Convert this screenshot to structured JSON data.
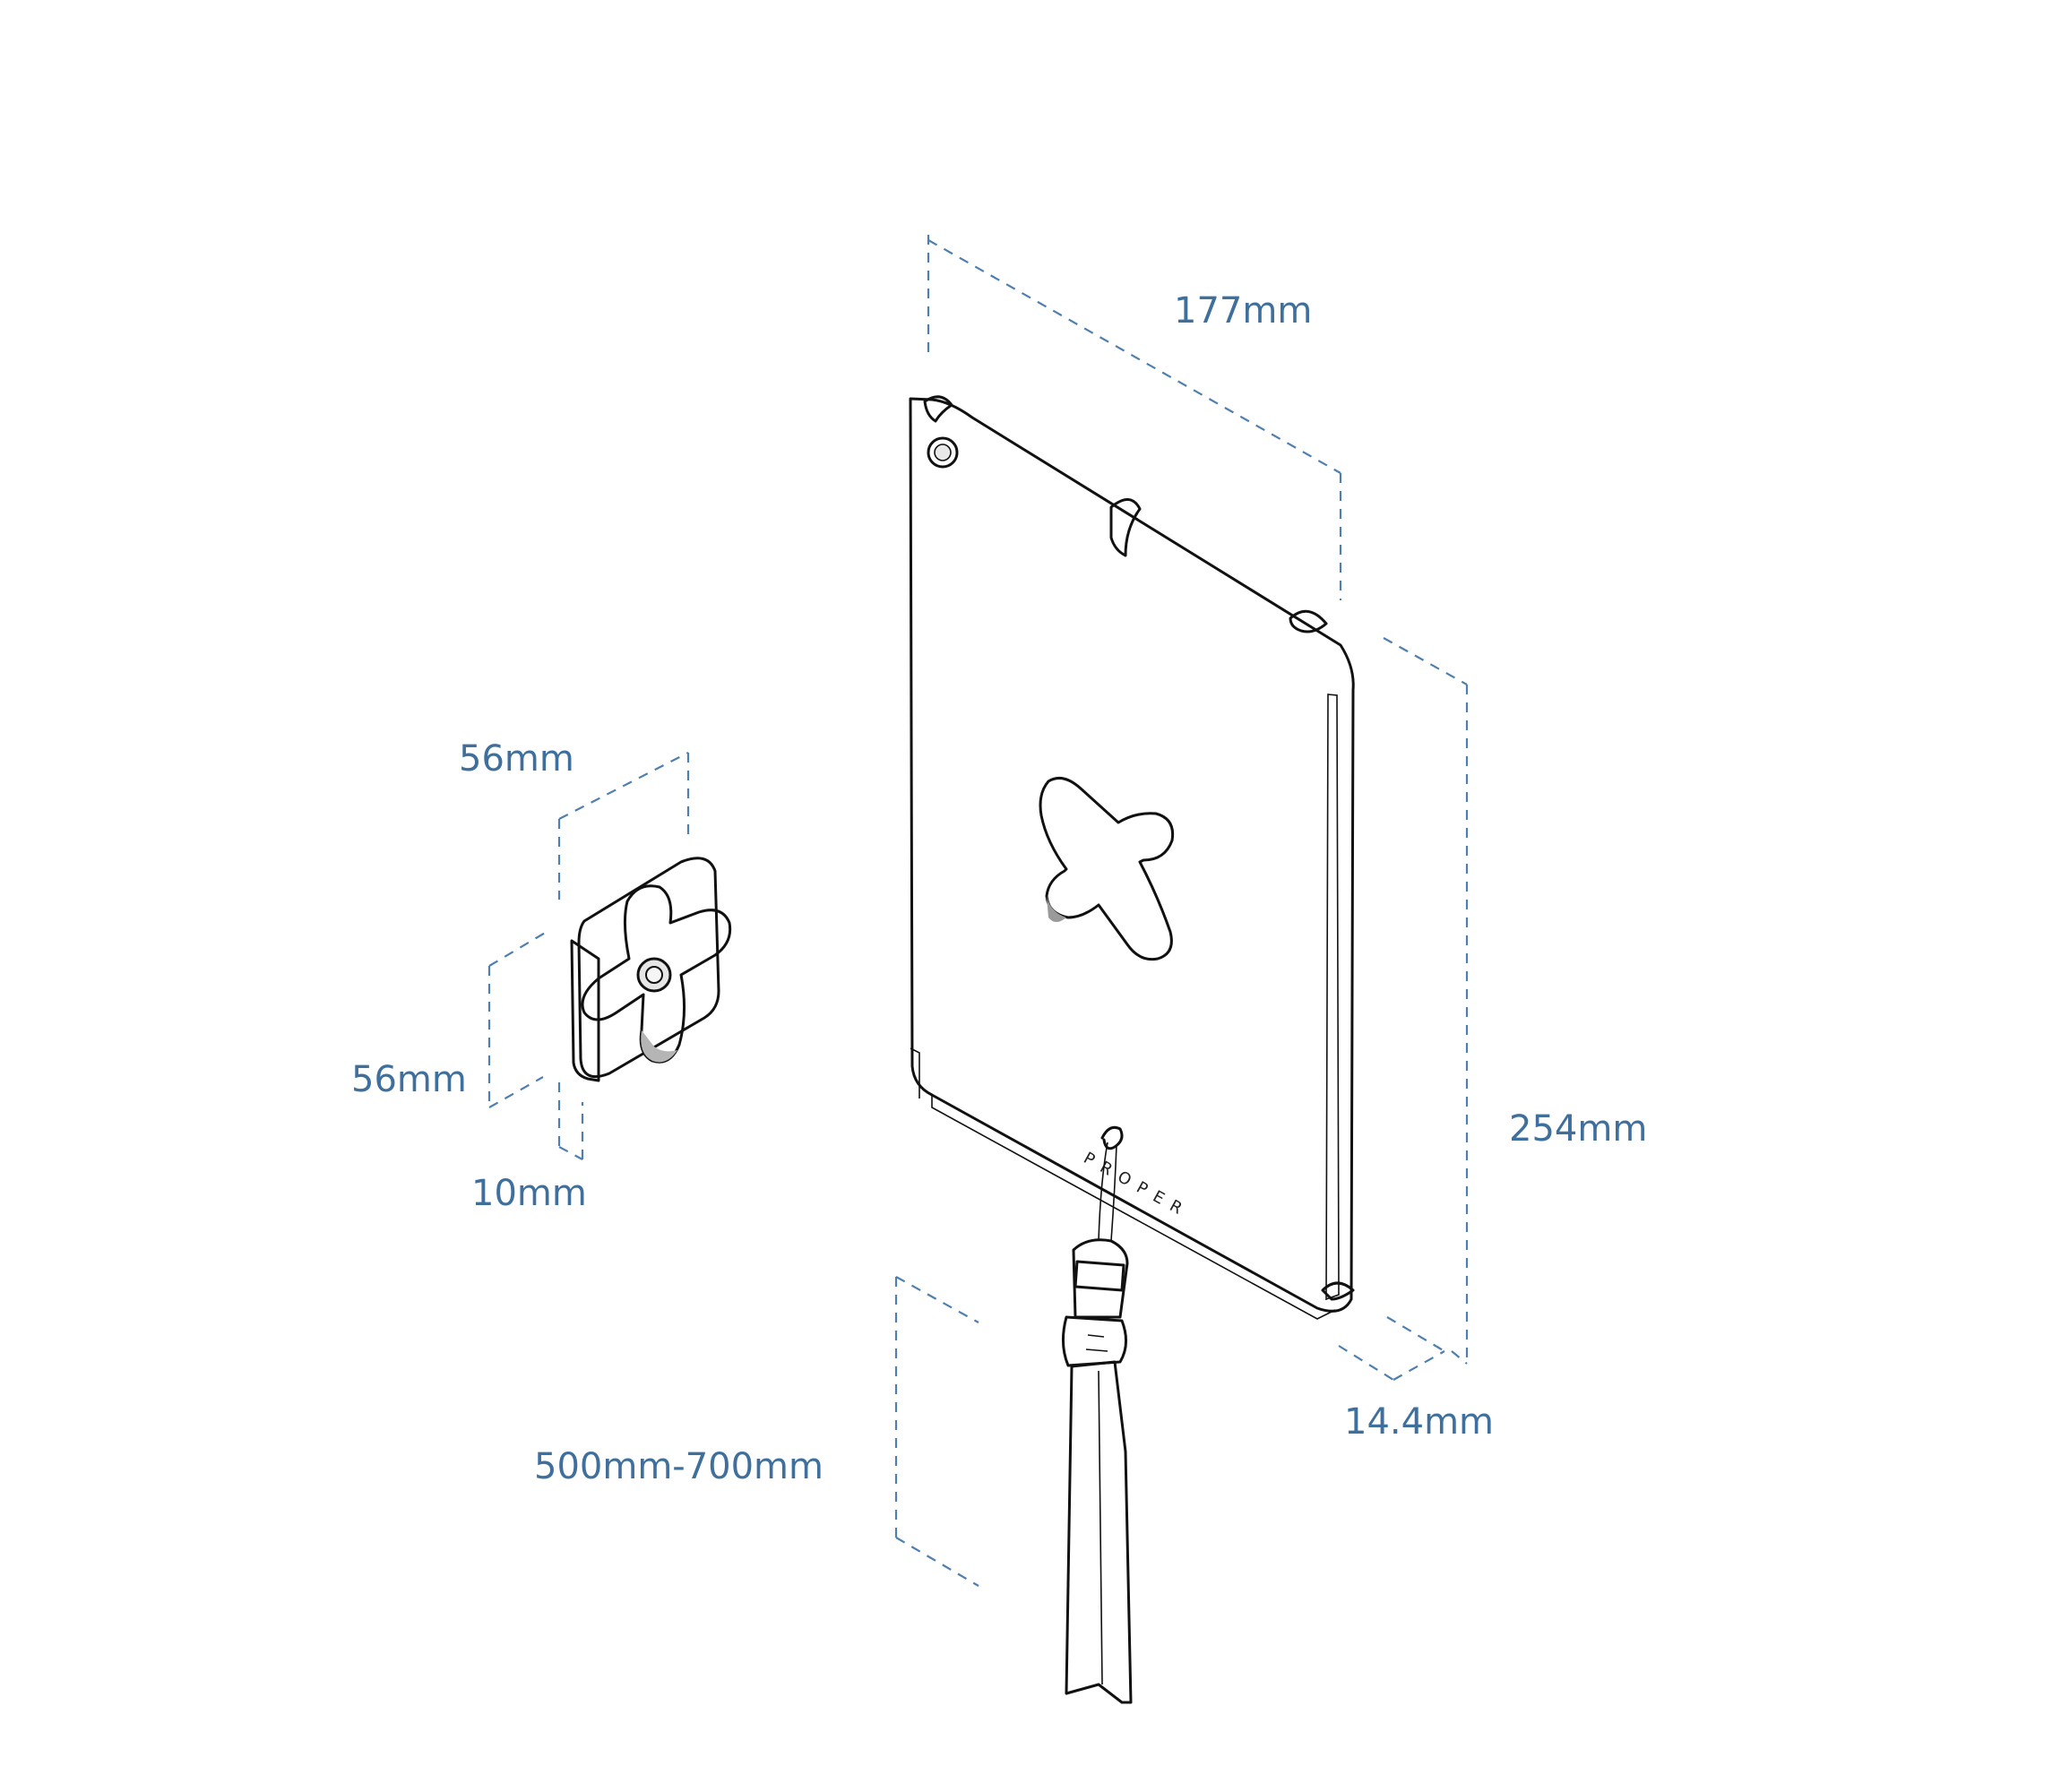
{
  "dimensions": {
    "case_width": "177mm",
    "case_height": "254mm",
    "case_depth": "14.4mm",
    "mount_width": "56mm",
    "mount_height": "56mm",
    "mount_depth": "10mm",
    "lanyard_length": "500mm-700mm"
  },
  "branding": {
    "case_logo": "PROPER"
  },
  "colors": {
    "dimension_line": "#4f7fae",
    "label": "#3f6f9c",
    "case_fill": "#d6d6d6",
    "mount_dark": "#5b5b5b",
    "mount_light": "#d9d9d9",
    "strap_fill": "#cfcfcf"
  }
}
